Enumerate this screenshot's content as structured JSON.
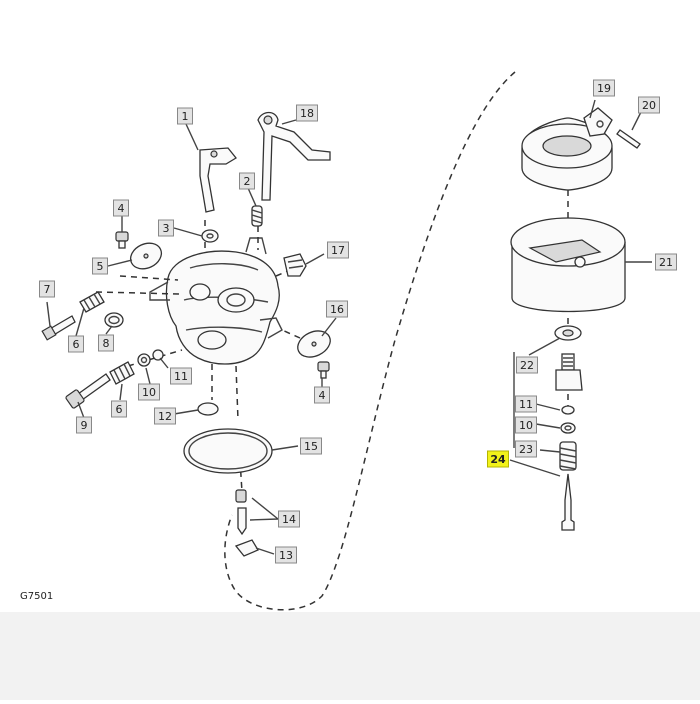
{
  "diagram": {
    "figure_code": "G7501",
    "highlight_color": "#f2f21a",
    "label_fill": "#e3e3e3",
    "line_color": "#444444",
    "callouts": [
      {
        "id": "callout-1",
        "text": "1"
      },
      {
        "id": "callout-18",
        "text": "18"
      },
      {
        "id": "callout-19",
        "text": "19"
      },
      {
        "id": "callout-20",
        "text": "20"
      },
      {
        "id": "callout-2",
        "text": "2"
      },
      {
        "id": "callout-4a",
        "text": "4"
      },
      {
        "id": "callout-3",
        "text": "3"
      },
      {
        "id": "callout-17",
        "text": "17"
      },
      {
        "id": "callout-5",
        "text": "5"
      },
      {
        "id": "callout-21",
        "text": "21"
      },
      {
        "id": "callout-7",
        "text": "7"
      },
      {
        "id": "callout-16",
        "text": "16"
      },
      {
        "id": "callout-6a",
        "text": "6"
      },
      {
        "id": "callout-8",
        "text": "8"
      },
      {
        "id": "callout-22",
        "text": "22"
      },
      {
        "id": "callout-11a",
        "text": "11"
      },
      {
        "id": "callout-10a",
        "text": "10"
      },
      {
        "id": "callout-6b",
        "text": "6"
      },
      {
        "id": "callout-4b",
        "text": "4"
      },
      {
        "id": "callout-11b",
        "text": "11"
      },
      {
        "id": "callout-12",
        "text": "12"
      },
      {
        "id": "callout-9",
        "text": "9"
      },
      {
        "id": "callout-10b",
        "text": "10"
      },
      {
        "id": "callout-15",
        "text": "15"
      },
      {
        "id": "callout-23",
        "text": "23"
      },
      {
        "id": "callout-24",
        "text": "24",
        "highlight": true
      },
      {
        "id": "callout-14",
        "text": "14"
      },
      {
        "id": "callout-13",
        "text": "13"
      }
    ]
  }
}
